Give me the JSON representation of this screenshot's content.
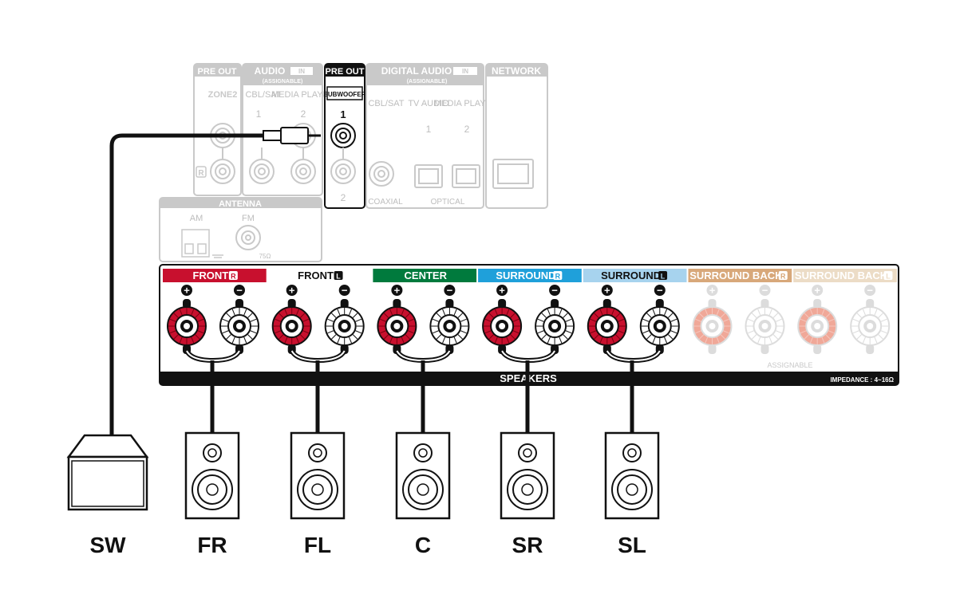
{
  "top_panel": {
    "pre_out_zone": {
      "header": "PRE OUT",
      "label": "ZONE2"
    },
    "audio_in": {
      "header": "AUDIO",
      "badge": "IN",
      "sub": "(ASSIGNABLE)",
      "inputs": [
        "CBL/SAT",
        "MEDIA PLAYER"
      ],
      "numbers": [
        "1",
        "2"
      ],
      "r_mark": "R"
    },
    "pre_out_sub": {
      "header": "PRE OUT",
      "label": "SUBWOOFER",
      "numbers": [
        "1",
        "2"
      ]
    },
    "digital_audio": {
      "header": "DIGITAL AUDIO",
      "badge": "IN",
      "sub": "(ASSIGNABLE)",
      "inputs": [
        "CBL/SAT",
        "TV AUDIO",
        "MEDIA PLAYER"
      ],
      "numbers": [
        "1",
        "2"
      ],
      "coaxial": "COAXIAL",
      "optical": "OPTICAL"
    },
    "network": {
      "header": "NETWORK"
    },
    "antenna": {
      "header": "ANTENNA",
      "am": "AM",
      "fm": "FM",
      "ohm": "75Ω"
    }
  },
  "speaker_panel": {
    "channels": [
      {
        "label": "FRONT",
        "side": "R",
        "color": "#c8102e",
        "active": true
      },
      {
        "label": "FRONT",
        "side": "L",
        "color": "#ffffff",
        "active": true
      },
      {
        "label": "CENTER",
        "side": "",
        "color": "#007a3d",
        "active": true
      },
      {
        "label": "SURROUND",
        "side": "R",
        "color": "#1fa0da",
        "active": true
      },
      {
        "label": "SURROUND",
        "side": "L",
        "color": "#a7d3ee",
        "active": true
      },
      {
        "label": "SURROUND BACK",
        "side": "R",
        "color": "#d8a87a",
        "active": false
      },
      {
        "label": "SURROUND BACK",
        "side": "L",
        "color": "#ecdcc6",
        "active": false
      }
    ],
    "speakers_label": "SPEAKERS",
    "assignable_label": "ASSIGNABLE",
    "impedance_label": "IMPEDANCE : 4~16Ω"
  },
  "speakers": [
    {
      "id": "sw",
      "label": "SW"
    },
    {
      "id": "fr",
      "label": "FR"
    },
    {
      "id": "fl",
      "label": "FL"
    },
    {
      "id": "c",
      "label": "C"
    },
    {
      "id": "sr",
      "label": "SR"
    },
    {
      "id": "sl",
      "label": "SL"
    }
  ],
  "colors": {
    "terminal_red": "#c8102e",
    "cable": "#111111",
    "panel_grey": "#c9c9c9"
  }
}
